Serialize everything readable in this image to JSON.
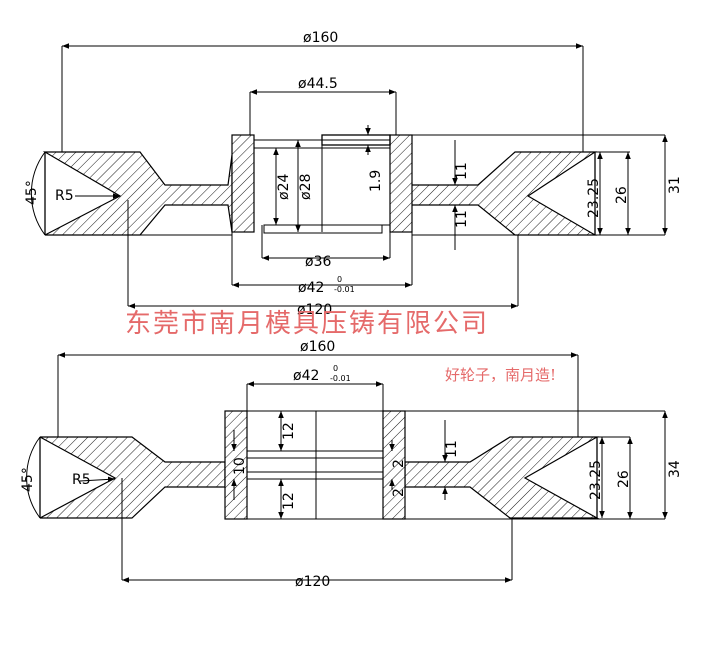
{
  "watermark": {
    "company": "东莞市南月模具压铸有限公司",
    "slogan": "好轮子，南月造!"
  },
  "top_view": {
    "d160": "ø160",
    "d44_5": "ø44.5",
    "d24": "ø24",
    "d28": "ø28",
    "h1_9": "1.9",
    "w11_top": "11",
    "w11_bottom": "11",
    "h23_25": "23.25",
    "h26": "26",
    "h31": "31",
    "angle45": "45°",
    "r5": "R5",
    "d36": "ø36",
    "d42": "ø42",
    "tol_upper": "0",
    "tol_lower": "-0.01",
    "d120": "ø120"
  },
  "bottom_view": {
    "d160": "ø160",
    "d42": "ø42",
    "tol_upper": "0",
    "tol_lower": "-0.01",
    "w12_top": "12",
    "w12_bottom": "12",
    "w10": "10",
    "w2_top": "2",
    "w2_bottom": "2",
    "w11": "11",
    "h23_25": "23.25",
    "h26": "26",
    "h34": "34",
    "angle45": "45°",
    "r5": "R5",
    "d120": "ø120"
  }
}
